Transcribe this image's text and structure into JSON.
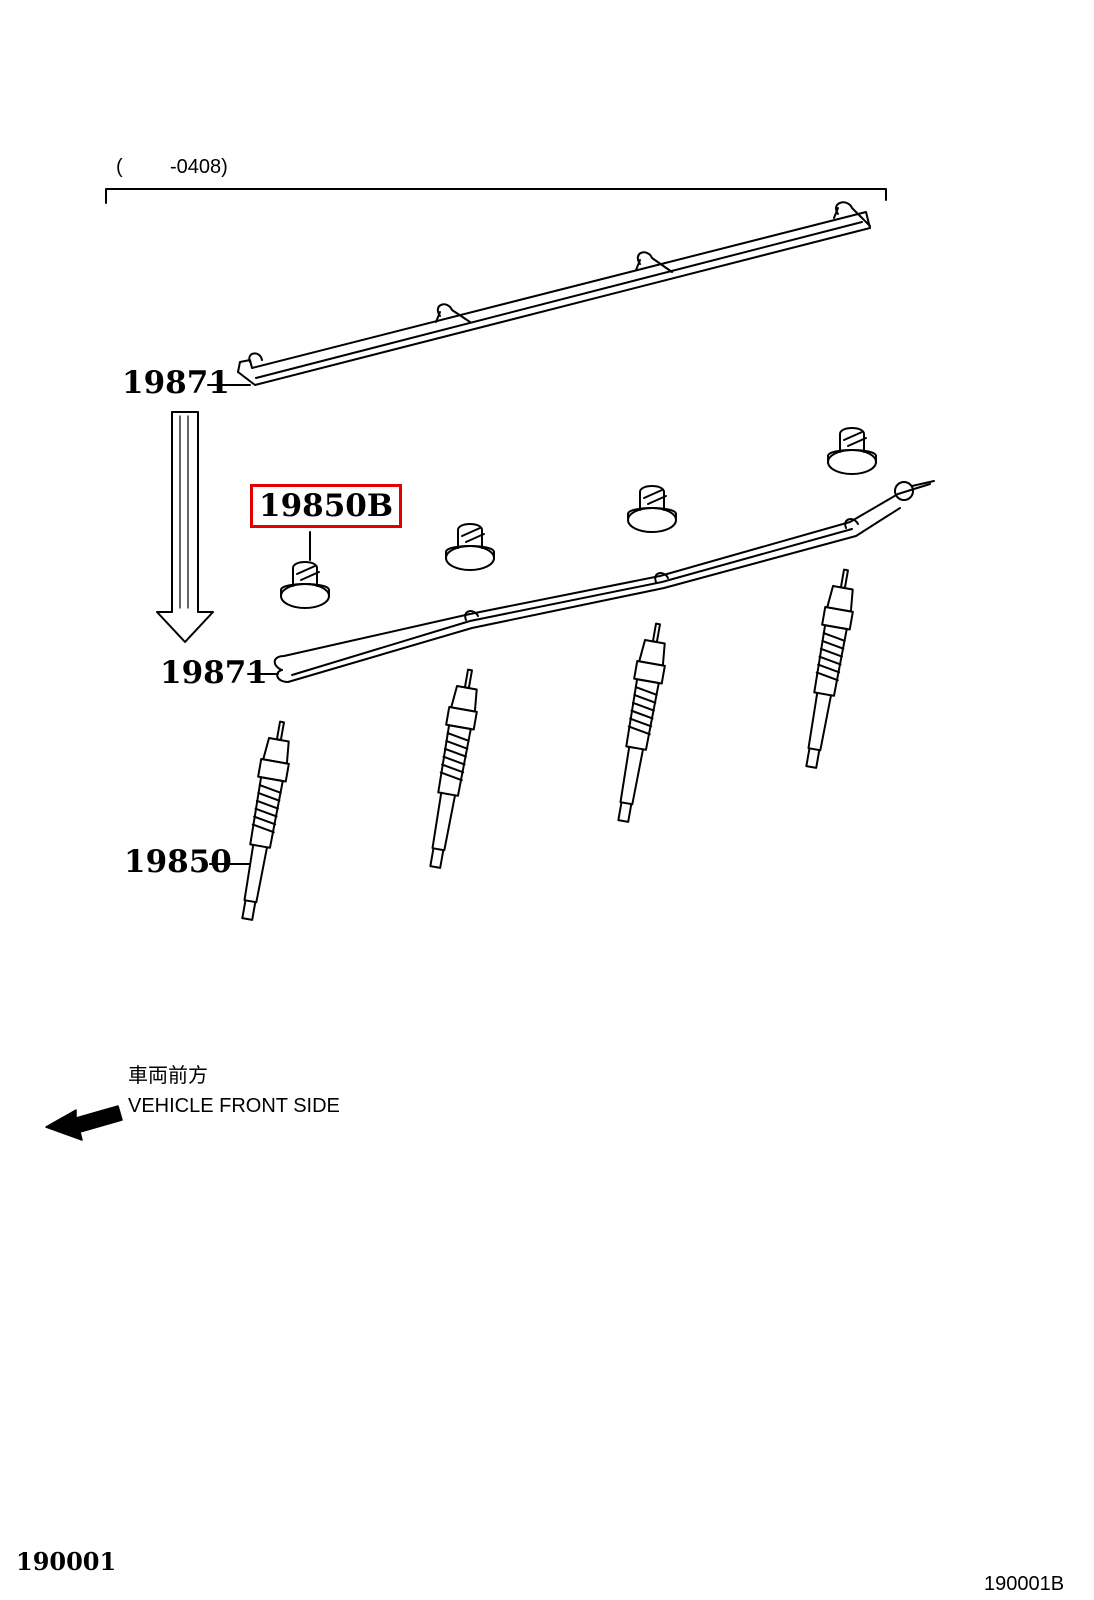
{
  "range_note": {
    "open": "(",
    "code": "-0408)"
  },
  "callouts": {
    "top_rail": "19871",
    "lower_rail": "19871",
    "nut_highlighted": "19850B",
    "glow_plug": "19850"
  },
  "direction": {
    "japanese": "車両前方",
    "english": "VEHICLE FRONT SIDE"
  },
  "footer": {
    "figure_id": "190001",
    "page_id": "190001B"
  },
  "colors": {
    "line": "#000000",
    "highlight": "#e00000"
  }
}
